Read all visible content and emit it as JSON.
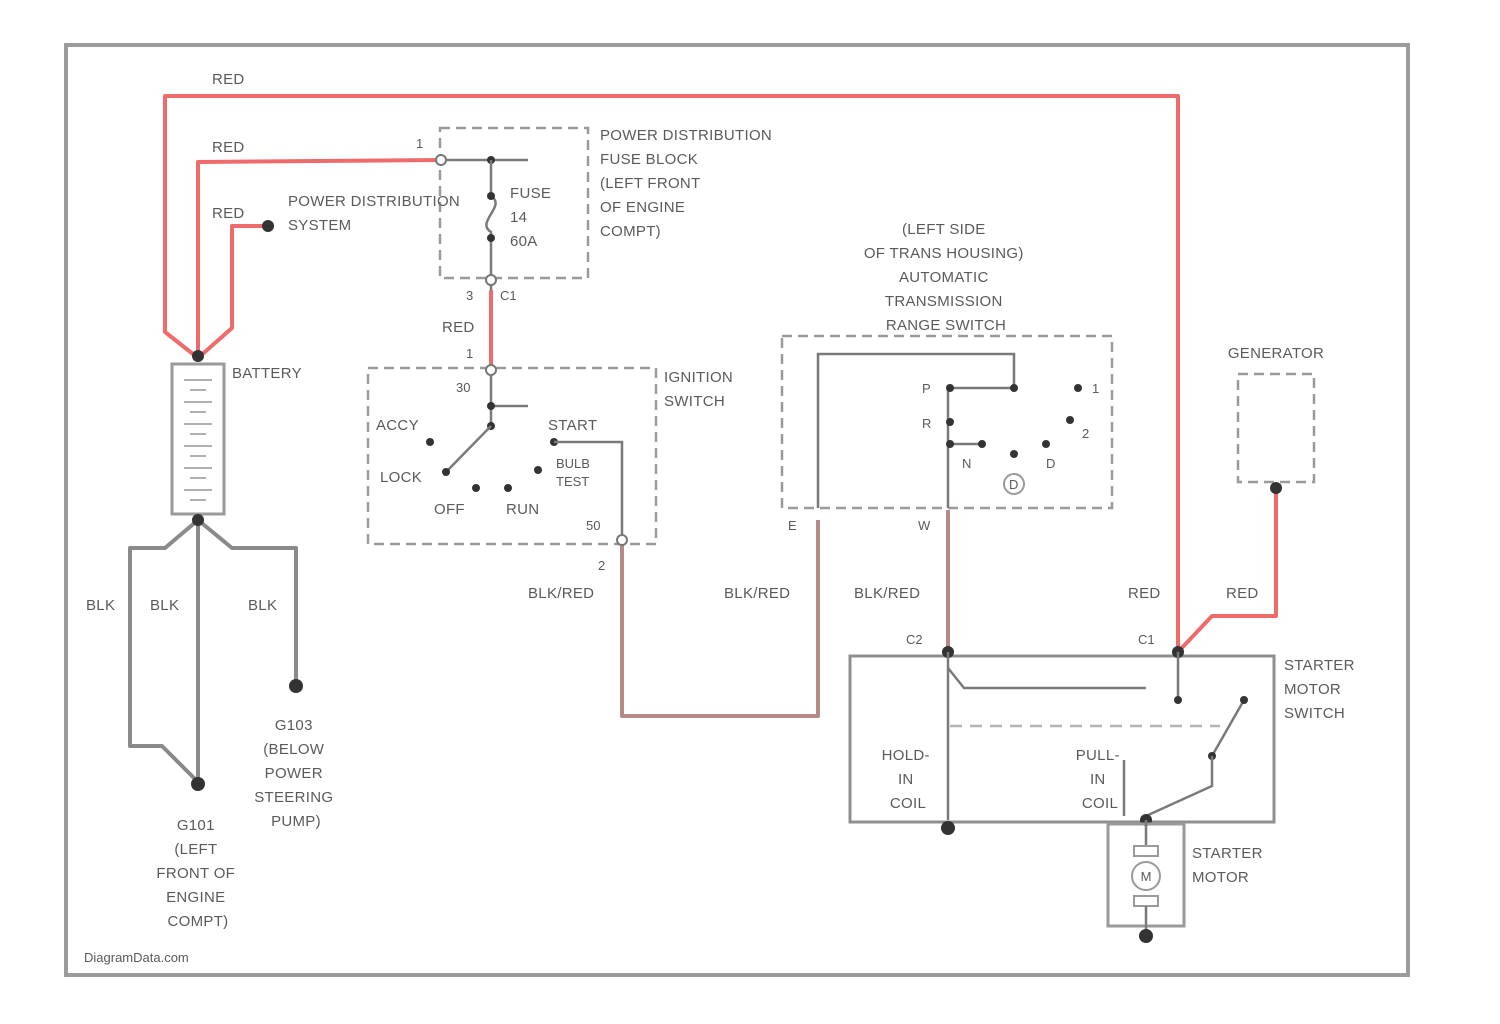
{
  "wire_colors": {
    "red": "#ef6b6b",
    "black": "#8a8a8a",
    "black_red": "#b48a86"
  },
  "labels": {
    "red": "RED",
    "blk": "BLK",
    "blk_red": "BLK/RED",
    "power_distribution_system": [
      "POWER DISTRIBUTION",
      "SYSTEM"
    ],
    "pdfb": [
      "POWER DISTRIBUTION",
      "FUSE BLOCK",
      "(LEFT FRONT",
      "OF ENGINE",
      "COMPT)"
    ],
    "fuse": [
      "FUSE",
      "14",
      "60A"
    ],
    "pin_1": "1",
    "pin_2": "2",
    "pin_3": "3",
    "pin_30": "30",
    "pin_50": "50",
    "pin_e": "E",
    "pin_w": "W",
    "conn_c1_top": "C1",
    "battery": "BATTERY",
    "ignition_switch": [
      "IGNITION",
      "SWITCH"
    ],
    "acc": "ACCY",
    "lock": "LOCK",
    "off": "OFF",
    "run": "RUN",
    "start": "START",
    "bulb_test": [
      "BULB",
      "TEST"
    ],
    "trans_switch": [
      "(LEFT SIDE",
      "OF TRANS HOUSING)",
      "AUTOMATIC",
      "TRANSMISSION",
      "RANGE SWITCH"
    ],
    "gear_p": "P",
    "gear_r": "R",
    "gear_n": "N",
    "gear_d": "D",
    "gear_2": "2",
    "gear_1": "1",
    "gear_od": "D",
    "generator": "GENERATOR",
    "c2": "C2",
    "c1": "C1",
    "starter_motor_switch": [
      "STARTER",
      "MOTOR",
      "SWITCH"
    ],
    "hold_in_coil": [
      "HOLD-",
      "IN",
      "COIL"
    ],
    "pull_in_coil": [
      "PULL-",
      "IN",
      "COIL"
    ],
    "starter_motor": [
      "STARTER",
      "MOTOR"
    ],
    "motor_m": "M",
    "g101": [
      "G101",
      "(LEFT",
      "FRONT OF",
      "ENGINE",
      "COMPT)"
    ],
    "g103": [
      "G103",
      "(BELOW",
      "POWER",
      "STEERING",
      "PUMP)"
    ],
    "watermark": "DiagramData.com"
  }
}
